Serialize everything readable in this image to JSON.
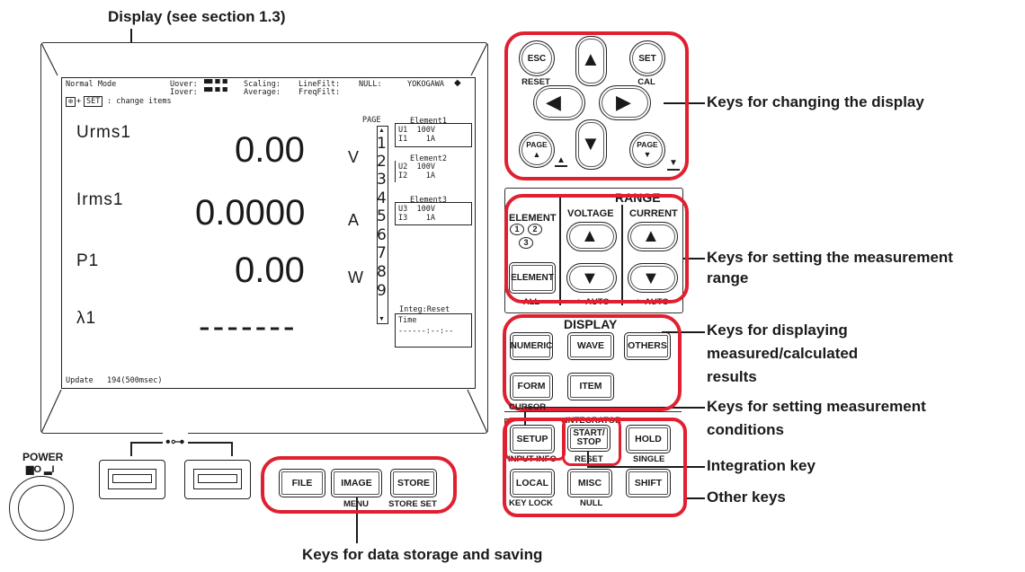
{
  "callouts": {
    "display": "Display (see section 1.3)",
    "changing_display": "Keys for changing the display",
    "measurement_range_1": "Keys for setting the measurement",
    "measurement_range_2": "range",
    "displaying_results_1": "Keys for displaying",
    "displaying_results_2": "measured/calculated",
    "displaying_results_3": "results",
    "measurement_conditions_1": "Keys for setting measurement",
    "measurement_conditions_2": "conditions",
    "integration": "Integration key",
    "other": "Other keys",
    "data_storage": "Keys for data storage and saving"
  },
  "screen": {
    "header_mode": "Normal Mode",
    "header_uover": "Uover:",
    "header_iover": "Iover:",
    "header_scaling": "Scaling:",
    "header_average": "Average:",
    "header_linefilt": "LineFilt:",
    "header_freqfilt": "FreqFilt:",
    "header_null": "NULL:",
    "header_brand": "YOKOGAWA",
    "hint": ": change items",
    "hint_key": "SET",
    "rows": [
      {
        "label": "Urms1",
        "value": "0.00",
        "unit": "V"
      },
      {
        "label": "Irms1",
        "value": "0.0000",
        "unit": "A"
      },
      {
        "label": "P1",
        "value": "0.00",
        "unit": "W"
      },
      {
        "label": "λ1",
        "value": "-------",
        "unit": ""
      }
    ],
    "page_label": "PAGE",
    "pages": [
      "1",
      "2",
      "3",
      "4",
      "5",
      "6",
      "7",
      "8",
      "9"
    ],
    "elements": [
      {
        "title": "Element1",
        "line1": "U1  100V",
        "line2": "I1    1A"
      },
      {
        "title": "Element2",
        "line1": "U2  100V",
        "line2": "I2    1A"
      },
      {
        "title": "Element3",
        "line1": "U3  100V",
        "line2": "I3    1A"
      }
    ],
    "integ_title": "Integ:Reset",
    "integ_time": "Time",
    "integ_value": "------:--:--",
    "update": "Update   194(500msec)"
  },
  "keys": {
    "esc": "ESC",
    "reset": "RESET",
    "set": "SET",
    "cal": "CAL",
    "page": "PAGE",
    "range_title": "RANGE",
    "element_title": "ELEMENT",
    "voltage": "VOLTAGE",
    "current": "CURRENT",
    "element_key": "ELEMENT",
    "all": "ALL",
    "auto": "AUTO",
    "el1": "1",
    "el2": "2",
    "el3": "3",
    "display_title": "DISPLAY",
    "numeric": "NUMERIC",
    "wave": "WAVE",
    "others": "OTHERS",
    "form": "FORM",
    "item": "ITEM",
    "cursor": "CURSOR",
    "integrator": "INTEGRATOR",
    "setup": "SETUP",
    "start_stop": "START/ STOP",
    "hold": "HOLD",
    "input_info": "INPUT INFO",
    "reset2": "RESET",
    "single": "SINGLE",
    "local": "LOCAL",
    "misc": "MISC",
    "shift": "SHIFT",
    "key_lock": "KEY LOCK",
    "null": "NULL",
    "file": "FILE",
    "image": "IMAGE",
    "store": "STORE",
    "menu": "MENU",
    "store_set": "STORE SET",
    "power": "POWER"
  },
  "colors": {
    "highlight": "#e02030",
    "ink": "#1a1a1a"
  }
}
